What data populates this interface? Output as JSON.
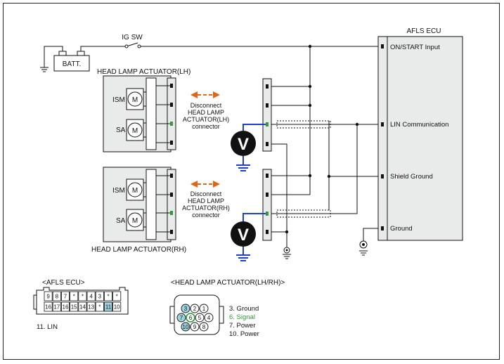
{
  "labels": {
    "ig_sw": "IG SW",
    "batt": "BATT.",
    "actuator_lh": "HEAD LAMP ACTUATOR(LH)",
    "actuator_rh": "HEAD LAMP ACTUATOR(RH)",
    "ism": "ISM",
    "sa": "SA",
    "motor": "M",
    "meter": "V",
    "ecu_title": "AFLS ECU"
  },
  "disconnect_lh": [
    "Disconnect",
    "HEAD LAMP",
    "ACTUATOR(LH)",
    "connector"
  ],
  "disconnect_rh": [
    "Disconnect",
    "HEAD LAMP",
    "ACTUATOR(RH)",
    "connector"
  ],
  "ecu_pins": {
    "on_start": "ON/START Input",
    "lin": "LIN Communication",
    "shield": "Shield Ground",
    "ground": "Ground"
  },
  "ecu_connector": {
    "title": "<AFLS ECU>",
    "top_row": [
      "9",
      "8",
      "7",
      "*",
      "*",
      "4",
      "3",
      "*",
      "*"
    ],
    "bottom_row": [
      "16",
      "17",
      "16",
      "15",
      "14",
      "13",
      "*",
      "11",
      "10"
    ],
    "legend": "11. LIN"
  },
  "actuator_connector": {
    "title": "<HEAD LAMP ACTUATOR(LH/RH)>",
    "top_row": [
      "3",
      "2",
      "1"
    ],
    "mid_row": [
      "7",
      "6",
      "5",
      "4"
    ],
    "bottom_row": [
      "10",
      "9",
      "8"
    ],
    "legend": [
      "3. Ground",
      "6. Signal",
      "7. Power",
      "10. Power"
    ]
  },
  "colors": {
    "line": "#111111",
    "box_fill": "#e9ebea",
    "highlight_pin": "#9fd3df",
    "signal_text": "#2f9a37",
    "signal_pin": "#2f9a37",
    "probe_wire": "#1f3fd0",
    "arrow": "#e0661a"
  }
}
